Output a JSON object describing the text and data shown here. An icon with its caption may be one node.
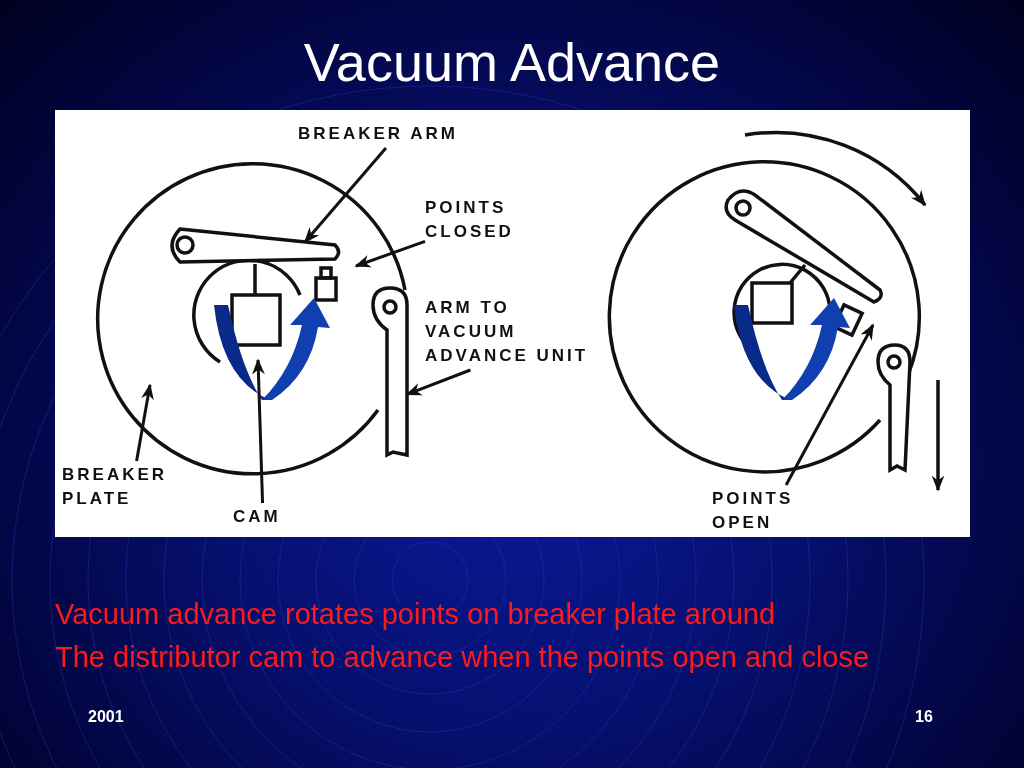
{
  "diagram": {
    "title": "Vacuum Advance",
    "nodes": [
      {
        "text": [
          "BREAKER ARM"
        ]
      },
      {
        "text": [
          "POINTS CLOSED"
        ]
      },
      {
        "text": [
          "ARM TO VACUUM ADVANCE UNIT"
        ]
      },
      {
        "text": [
          "BREAKER PLATE"
        ]
      },
      {
        "text": [
          "CAM"
        ]
      },
      {
        "text": [
          "POINTS OPEN"
        ]
      },
      {
        "text": [],
        "shape": "bar"
      }
    ],
    "edges": [
      {
        "from": 0,
        "to": null,
        "arrow": "to"
      },
      {
        "from": 1,
        "to": null,
        "arrow": "to"
      },
      {
        "from": 2,
        "to": 6,
        "arrow": "to"
      },
      {
        "from": 3,
        "to": null,
        "arrow": "to"
      },
      {
        "from": 4,
        "to": null,
        "arrow": "to"
      },
      {
        "from": 5,
        "to": null,
        "arrow": "to"
      }
    ],
    "labels": [
      "Vacuum advance rotates points on breaker plate around",
      "The distributor cam to advance when the points open and close",
      "2001",
      "16"
    ]
  }
}
